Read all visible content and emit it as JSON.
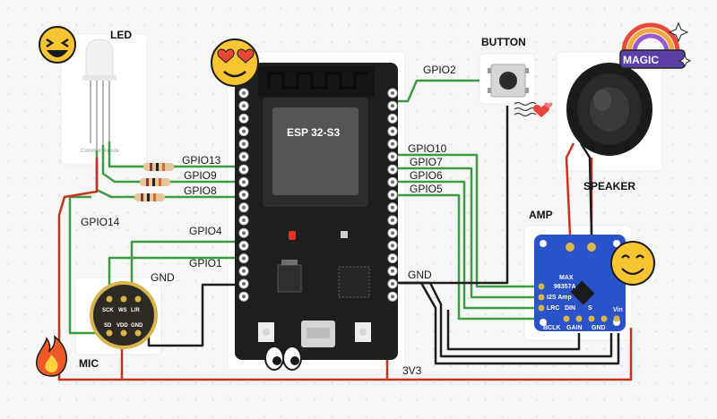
{
  "components": {
    "led": "LED",
    "button": "BUTTON",
    "speaker": "SPEAKER",
    "amp": "AMP",
    "mic": "MIC",
    "board": "ESP 32-S3"
  },
  "led_card": {
    "caption": "Common Anode"
  },
  "pins": {
    "gpio2": "GPIO2",
    "gpio13": "GPIO13",
    "gpio9": "GPIO9",
    "gpio8": "GPIO8",
    "gpio14": "GPIO14",
    "gpio4": "GPIO4",
    "gpio1": "GPIO1",
    "gnd_mic": "GND",
    "gpio10": "GPIO10",
    "gpio7": "GPIO7",
    "gpio6": "GPIO6",
    "gpio5": "GPIO5",
    "gnd_right": "GND",
    "v3v3": "3V3"
  },
  "amp_board": {
    "max": "MAX",
    "part": "98357A",
    "i2s": "I2S Amp",
    "lrc": "LRC",
    "din": "DIN",
    "s": "S",
    "bclk": "BCLK",
    "gain": "GAIN",
    "gnd": "GND",
    "vin": "Vin"
  },
  "mic_board": {
    "sck": "SCK",
    "lr": "L/R",
    "ws": "WS",
    "sd": "SD",
    "vdd": "VDD",
    "gnd": "GND"
  },
  "sticker": {
    "text": "MAGIC"
  },
  "colors": {
    "green_wire": "#3f9a45",
    "red_wire": "#c8321c",
    "black_wire": "#1c1c1c",
    "board": "#1f1f1f",
    "amp_pcb": "#2a52c9",
    "mic_pcb": "#2e2a24"
  }
}
